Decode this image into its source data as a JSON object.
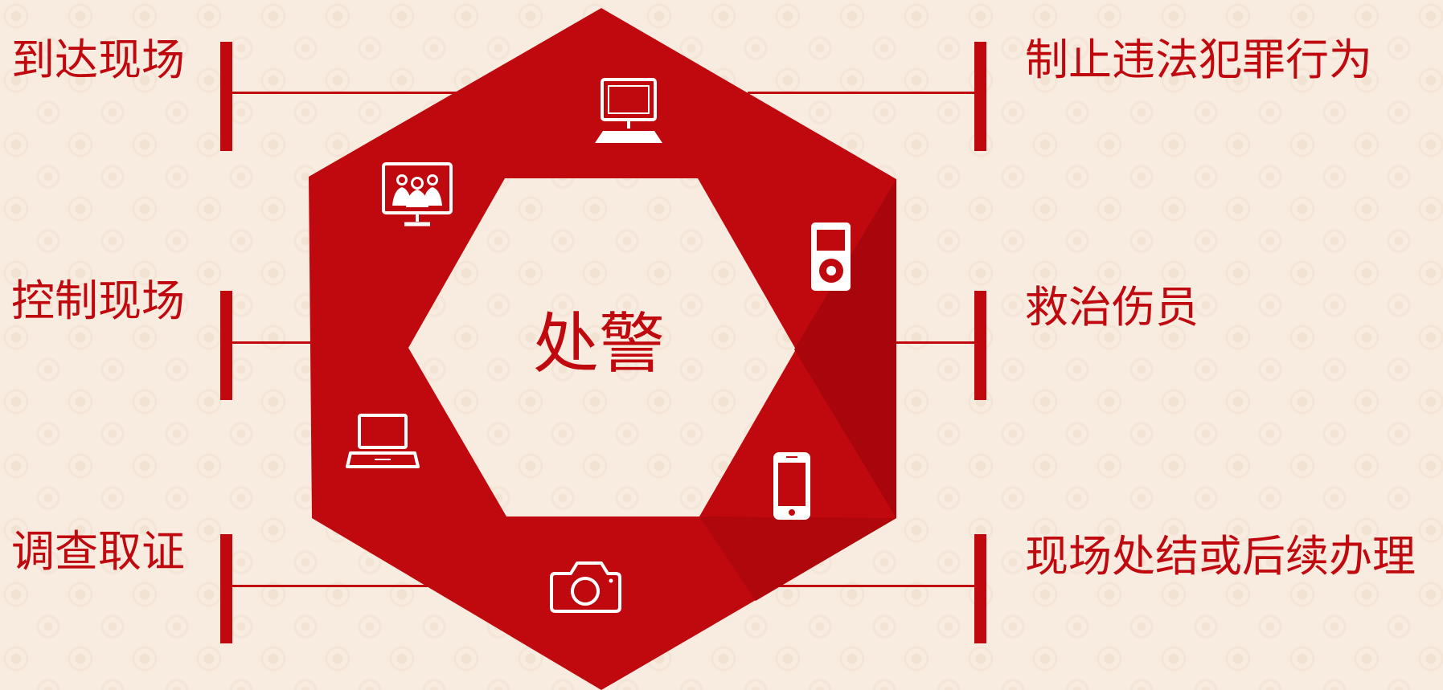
{
  "center": {
    "title": "处警"
  },
  "steps": {
    "left": [
      "到达现场",
      "控制现场",
      "调查取证"
    ],
    "right": [
      "制止违法犯罪行为",
      "救治伤员",
      "现场处结或后续办理"
    ]
  },
  "colors": {
    "accent": "#c0080f",
    "background": "#f8ece0",
    "icon": "#ffffff"
  },
  "icons": [
    "desktop-computer-icon",
    "ipod-icon",
    "smartphone-icon",
    "camera-icon",
    "laptop-icon",
    "video-conference-icon"
  ]
}
